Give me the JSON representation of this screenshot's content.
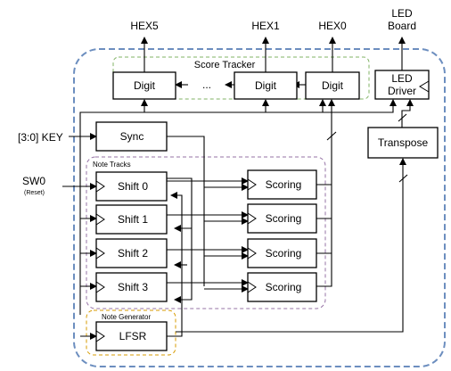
{
  "outputs": {
    "hex5": "HEX5",
    "hex1": "HEX1",
    "hex0": "HEX0",
    "led_board_line1": "LED",
    "led_board_line2": "Board"
  },
  "inputs": {
    "key": "[3:0] KEY",
    "sw0": "SW0",
    "reset": "(Reset)"
  },
  "score_tracker": {
    "title": "Score Tracker",
    "digit": "Digit",
    "ellipsis": "..."
  },
  "led_driver": {
    "line1": "LED",
    "line2": "Driver"
  },
  "transpose": "Transpose",
  "sync": "Sync",
  "note_tracks": {
    "title": "Note Tracks",
    "shift": [
      "Shift 0",
      "Shift 1",
      "Shift 2",
      "Shift 3"
    ]
  },
  "scoring": "Scoring",
  "note_generator": {
    "title": "Note Generator",
    "lfsr": "LFSR"
  },
  "colors": {
    "system_border": "#6c8ebf",
    "score_tracker_border": "#82b366",
    "note_tracks_border": "#9673a6",
    "note_generator_border": "#d79b00"
  }
}
